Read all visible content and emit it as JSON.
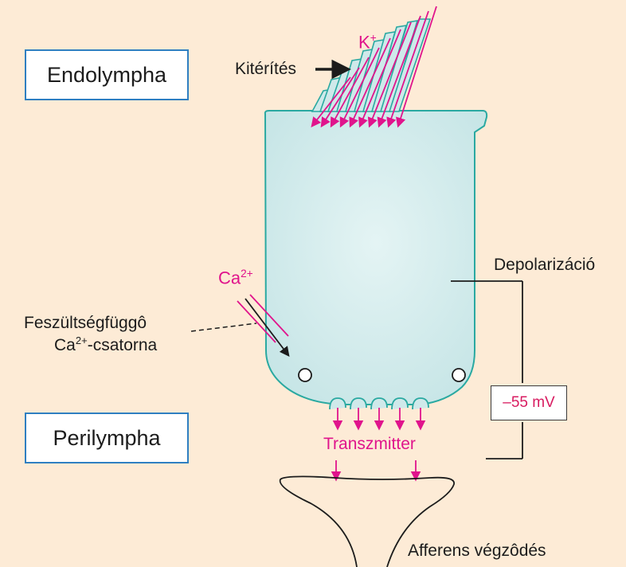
{
  "regions": {
    "endolympha": "Endolympha",
    "perilympha": "Perilympha"
  },
  "labels": {
    "kiterites": "Kitérítés",
    "k_ion": "K",
    "k_charge": "+",
    "ca_ion": "Ca",
    "ca_charge": "2+",
    "channel_line1": "Feszültségfüggô",
    "channel_line2_prefix": "Ca",
    "channel_line2_sup": "2+",
    "channel_line2_suffix": "-csatorna",
    "depolarizacio": "Depolarizáció",
    "voltage": "–55 mV",
    "transzmitter": "Transzmitter",
    "afferens": "Afferens végzôdés"
  },
  "colors": {
    "background": "#fdebd6",
    "cell_fill": "#cfe9ea",
    "cell_stroke": "#2aa9a1",
    "ion_arrows": "#e0148c",
    "box_border": "#2f7fc1"
  }
}
